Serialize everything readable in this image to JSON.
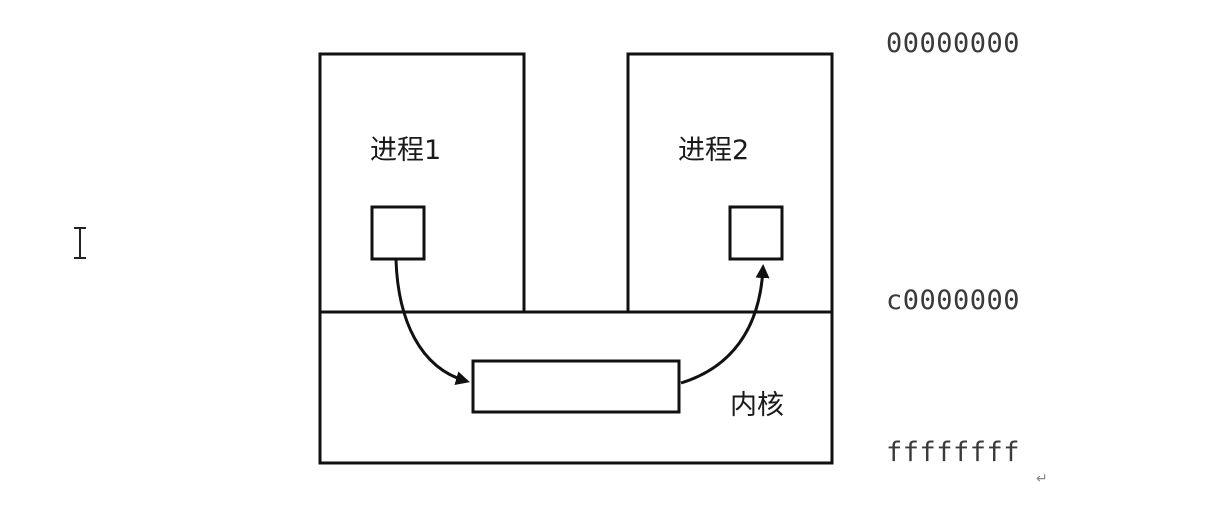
{
  "diagram": {
    "process1_label": "进程1",
    "process2_label": "进程2",
    "kernel_label": "内核"
  },
  "addresses": {
    "top": "00000000",
    "kernel_boundary": "c0000000",
    "bottom": "ffffffff"
  },
  "editor": {
    "paragraph_mark": "↵"
  },
  "colors": {
    "stroke": "#111111",
    "background": "#ffffff",
    "address_text": "#3a3a3a"
  }
}
